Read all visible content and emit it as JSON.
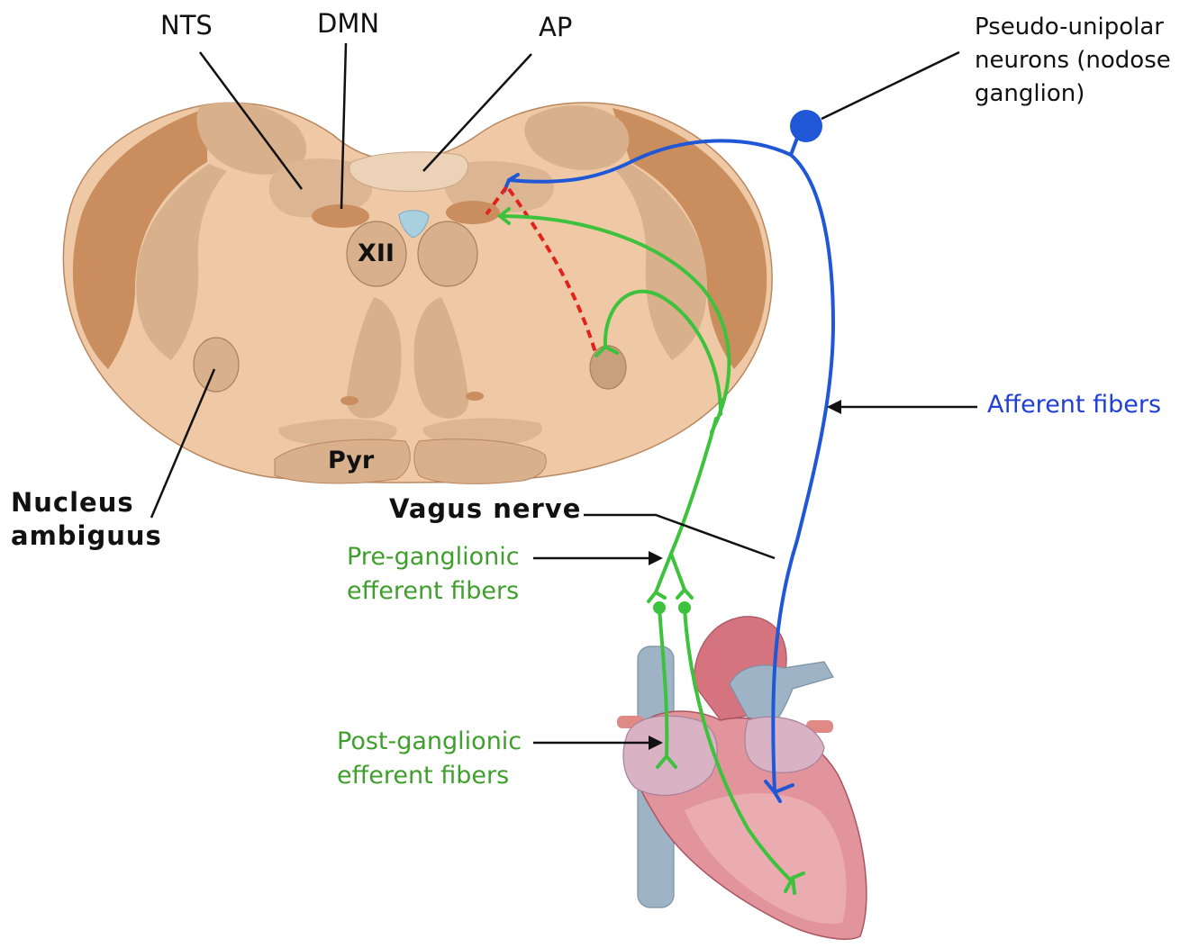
{
  "labels": {
    "nts": "NTS",
    "dmn": "DMN",
    "ap": "AP",
    "xii": "XII",
    "pyr": "Pyr",
    "pseudo_line1": "Pseudo-unipolar",
    "pseudo_line2": "neurons (nodose",
    "pseudo_line3": "ganglion)",
    "afferent": "Afferent fibers",
    "nucleus_line1": "Nucleus",
    "nucleus_line2": "ambiguus",
    "vagus": "Vagus nerve",
    "pre_line1": "Pre-ganglionic",
    "pre_line2": "efferent fibers",
    "post_line1": "Post-ganglionic",
    "post_line2": "efferent fibers"
  },
  "colors": {
    "afferent_blue": "#1f57d6",
    "efferent_green": "#3cc23c",
    "label_green": "#3f9f2c",
    "label_blue": "#1f3fd6",
    "inhibitory_red": "#e0231c",
    "medulla_base": "#efc9a5",
    "medulla_dark": "#c98d5e",
    "medulla_mid": "#d8b08c",
    "heart_pink": "#e1949b",
    "vessel_blue": "#9eb3c6"
  }
}
